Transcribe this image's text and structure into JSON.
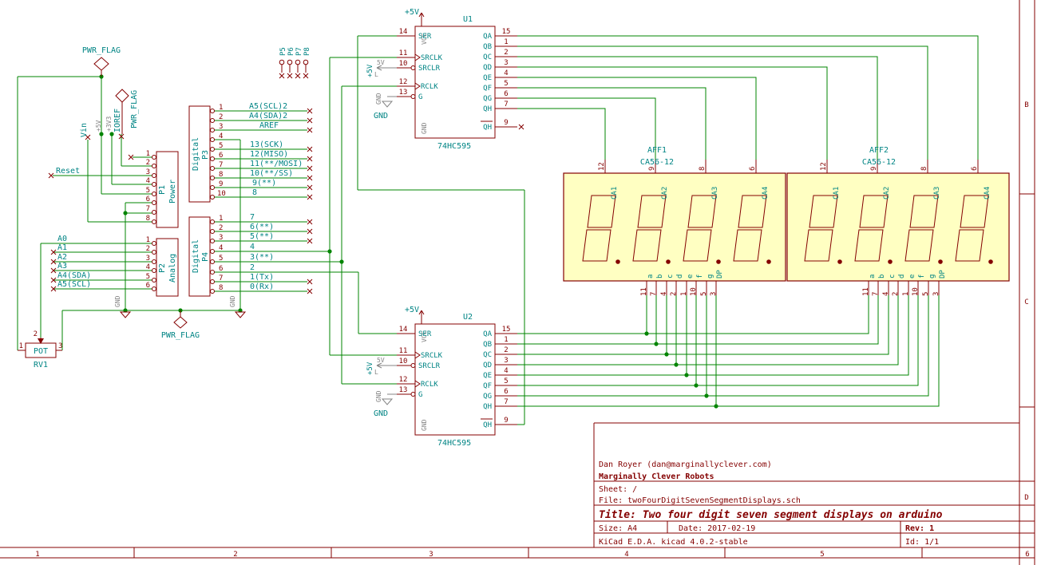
{
  "colors": {
    "wire_green": "#008400",
    "outline_maroon": "#840000",
    "label_teal": "#008484",
    "hidden_grey": "#848484",
    "display_fill": "#ffffc2"
  },
  "power": {
    "flag": "PWR_FLAG",
    "vin": "Vin",
    "ioref": "IOREF",
    "p5v": "+5V",
    "p3v3": "+3V3",
    "gnd": "GND",
    "reset": "Reset",
    "v5": "5V",
    "l": "L"
  },
  "pot": {
    "ref": "RV1",
    "value": "POT",
    "nums": [
      "1",
      "2",
      "3"
    ]
  },
  "p1": {
    "ref": "P1",
    "value": "Power",
    "nums": [
      "1",
      "2",
      "3",
      "4",
      "5",
      "6",
      "7",
      "8"
    ]
  },
  "p2": {
    "ref": "P2",
    "value": "Analog",
    "nums": [
      "1",
      "2",
      "3",
      "4",
      "5",
      "6"
    ],
    "labels": [
      "A0",
      "A1",
      "A2",
      "A3",
      "A4(SDA)",
      "A5(SCL)"
    ]
  },
  "p3": {
    "ref": "P3",
    "value": "Digital",
    "nums": [
      "1",
      "2",
      "3",
      "4",
      "5",
      "6",
      "7",
      "8",
      "9",
      "10"
    ],
    "labels": [
      "A5(SCL)2",
      "A4(SDA)2",
      "AREF",
      "13(SCK)",
      "12(MISO)",
      "11(**/MOSI)",
      "10(**/SS)",
      "9(**)",
      "8"
    ]
  },
  "p4": {
    "ref": "P4",
    "value": "Digital",
    "nums": [
      "1",
      "2",
      "3",
      "4",
      "5",
      "6",
      "7",
      "8"
    ],
    "labels": [
      "7",
      "6(**)",
      "5(**)",
      "4",
      "3(**)",
      "2",
      "1(Tx)",
      "0(Rx)"
    ]
  },
  "headers": {
    "labels": [
      "P5",
      "P6",
      "P7",
      "P8"
    ]
  },
  "u": {
    "value": "74HC595",
    "vcc": "VCC",
    "gnd": "GND",
    "left": [
      {
        "num": "14",
        "name": "SER"
      },
      {
        "num": "11",
        "name": "SRCLK"
      },
      {
        "num": "10",
        "name": "SRCLR"
      },
      {
        "num": "12",
        "name": "RCLK"
      },
      {
        "num": "13",
        "name": "G"
      }
    ],
    "right": [
      {
        "num": "15",
        "name": "QA"
      },
      {
        "num": "1",
        "name": "QB"
      },
      {
        "num": "2",
        "name": "QC"
      },
      {
        "num": "3",
        "name": "QD"
      },
      {
        "num": "4",
        "name": "QE"
      },
      {
        "num": "5",
        "name": "QF"
      },
      {
        "num": "6",
        "name": "QG"
      },
      {
        "num": "7",
        "name": "QH"
      }
    ],
    "ser_out": {
      "num": "9",
      "name": "QH"
    }
  },
  "u1": {
    "ref": "U1"
  },
  "u2": {
    "ref": "U2"
  },
  "display": {
    "value": "CA56-12",
    "top": [
      {
        "num": "12",
        "name": "CA1"
      },
      {
        "num": "9",
        "name": "CA2"
      },
      {
        "num": "8",
        "name": "CA3"
      },
      {
        "num": "6",
        "name": "CA4"
      }
    ],
    "bottom": [
      {
        "num": "11",
        "name": "a"
      },
      {
        "num": "7",
        "name": "b"
      },
      {
        "num": "4",
        "name": "c"
      },
      {
        "num": "2",
        "name": "d"
      },
      {
        "num": "1",
        "name": "e"
      },
      {
        "num": "10",
        "name": "f"
      },
      {
        "num": "5",
        "name": "g"
      },
      {
        "num": "3",
        "name": "DP"
      }
    ]
  },
  "aff1": {
    "ref": "AFF1"
  },
  "aff2": {
    "ref": "AFF2"
  },
  "border": {
    "rows": [
      "B",
      "C",
      "D"
    ],
    "cols": [
      "1",
      "2",
      "3",
      "4",
      "5",
      "6"
    ]
  },
  "title_block": {
    "comment": "Dan Royer (dan@marginallyclever.com)",
    "company": "Marginally Clever Robots",
    "sheet_label": "Sheet: /",
    "file_label": "File: twoFourDigitSevenSegmentDisplays.sch",
    "title_label": "Title: Two four digit seven segment displays on arduino",
    "size_label": "Size: A4",
    "date_label": "Date: 2017-02-19",
    "rev_label": "Rev: 1",
    "tool_label": "KiCad E.D.A.  kicad 4.0.2-stable",
    "id_label": "Id: 1/1"
  }
}
